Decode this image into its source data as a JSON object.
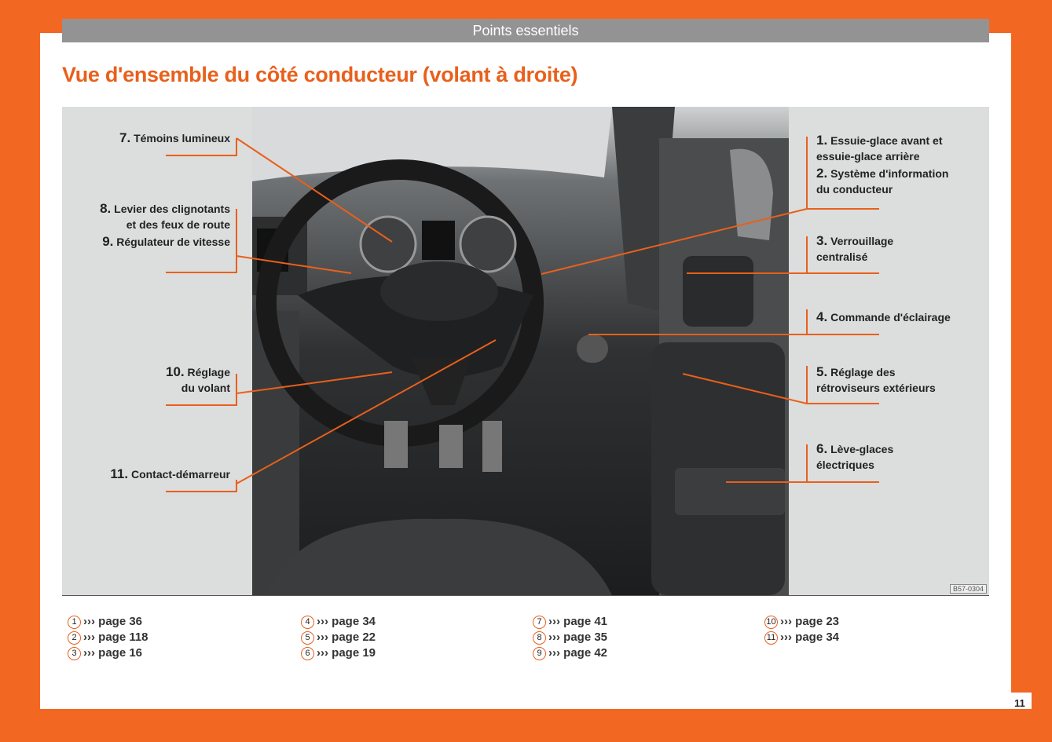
{
  "header": "Points essentiels",
  "title": "Vue d'ensemble du côté conducteur (volant à droite)",
  "figure_id": "B57-0304",
  "labels_left": [
    {
      "num": "7.",
      "text": [
        "Témoins lumineux"
      ]
    },
    {
      "num": "8.",
      "text": [
        "Levier des clignotants",
        "et des feux de route"
      ]
    },
    {
      "num": "9.",
      "text": [
        "Régulateur de vitesse"
      ]
    },
    {
      "num": "10.",
      "text": [
        "Réglage",
        "du volant"
      ]
    },
    {
      "num": "11.",
      "text": [
        "Contact-démarreur"
      ]
    }
  ],
  "labels_right": [
    {
      "num": "1.",
      "text": [
        "Essuie-glace avant et",
        "essuie-glace arrière"
      ]
    },
    {
      "num": "2.",
      "text": [
        "Système d'information",
        "du conducteur"
      ]
    },
    {
      "num": "3.",
      "text": [
        "Verrouillage",
        "centralisé"
      ]
    },
    {
      "num": "4.",
      "text": [
        "Commande d'éclairage"
      ]
    },
    {
      "num": "5.",
      "text": [
        "Réglage des",
        "rétroviseurs extérieurs"
      ]
    },
    {
      "num": "6.",
      "text": [
        "Lève-glaces",
        "électriques"
      ]
    }
  ],
  "references": [
    [
      {
        "n": "1",
        "t": "››› page 36"
      },
      {
        "n": "2",
        "t": "››› page 118"
      },
      {
        "n": "3",
        "t": "››› page 16"
      }
    ],
    [
      {
        "n": "4",
        "t": "››› page 34"
      },
      {
        "n": "5",
        "t": "››› page 22"
      },
      {
        "n": "6",
        "t": "››› page 19"
      }
    ],
    [
      {
        "n": "7",
        "t": "››› page 41"
      },
      {
        "n": "8",
        "t": "››› page 35"
      },
      {
        "n": "9",
        "t": "››› page 42"
      }
    ],
    [
      {
        "n": "10",
        "t": "››› page 23"
      },
      {
        "n": "11",
        "t": "››› page 34"
      }
    ]
  ],
  "page_number": "11",
  "colors": {
    "accent": "#f26722",
    "header_bar": "#939393"
  }
}
